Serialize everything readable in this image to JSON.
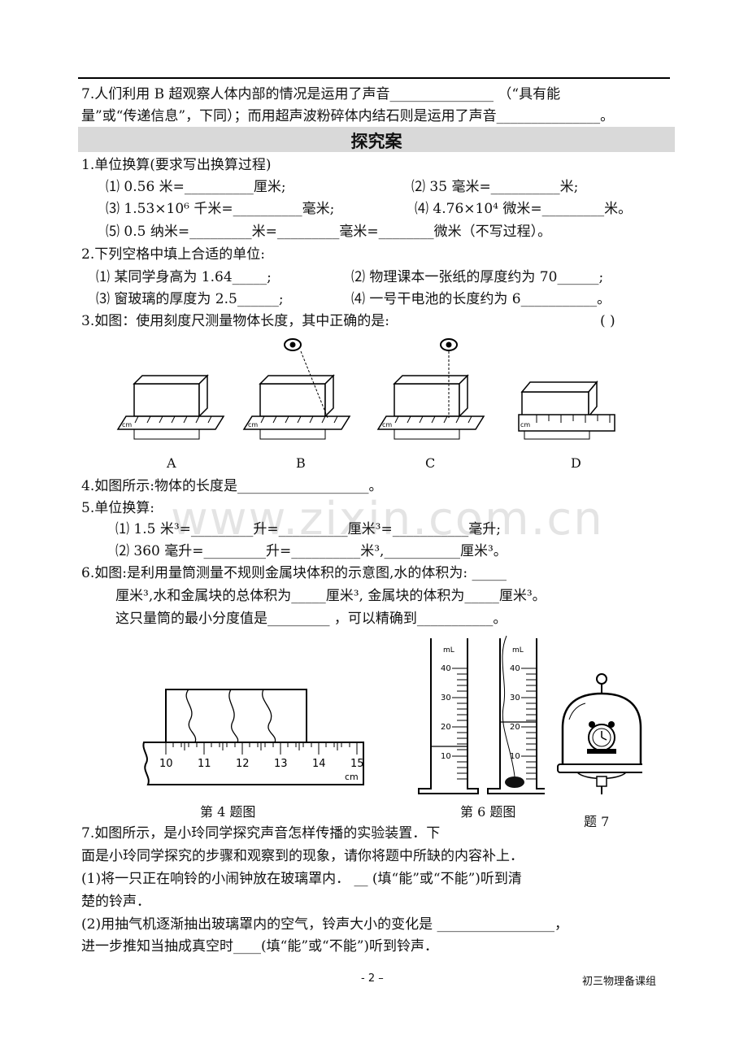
{
  "q7_line1": "7.人们利用 B 超观察人体内部的情况是运用了声音_______________ （“具有能",
  "q7_line2": "量”或“传递信息”，下同）；而用超声波粉碎体内结石则是运用了声音_______________。",
  "section_title": "探究案",
  "p1_title": "1.单位换算(要求写出换算过程)",
  "p1_a": "⑴ 0.56 米=__________厘米;",
  "p1_b": "⑵ 35 毫米=__________米;",
  "p1_c": "⑶ 1.53×10⁶ 千米=__________毫米;",
  "p1_d": "⑷ 4.76×10⁴ 微米=_________米。",
  "p1_e": "⑸ 0.5 纳米=_________米=_________毫米=________微米（不写过程）。",
  "p2_title": "2.下列空格中填上合适的单位:",
  "p2_a": "⑴ 某同学身高为 1.64_____;",
  "p2_b": "⑵ 物理课本一张纸的厚度约为 70______;",
  "p2_c": "⑶ 窗玻璃的厚度为 2.5______;",
  "p2_d": "⑷ 一号干电池的长度约为 6___________。",
  "p3_title": "3.如图：使用刻度尺测量物体长度，其中正确的是:",
  "p3_bracket": "(      )",
  "p3_labels": [
    "A",
    "B",
    "C",
    "D"
  ],
  "ruler_unit_small": "cm",
  "p4_title": "4.如图所示:物体的长度是___________________。",
  "p5_title": "5.单位换算:",
  "p5_a": "⑴ 1.5 米³=_________升=__________厘米³=___________毫升;",
  "p5_b": "⑵ 360 毫升=_________升=__________米³,___________厘米³。",
  "p6_line1": "6.如图:是利用量筒测量不规则金属块体积的示意图,水的体积为: _____",
  "p6_line2": "厘米³,水和金属块的总体积为_____厘米³, 金属块的体积为_____厘米³。",
  "p6_line3": "这只量筒的最小分度值是_________ ，可以精确到___________。",
  "ruler4_ticks": [
    "10",
    "11",
    "12",
    "13",
    "14",
    "15"
  ],
  "ruler4_unit": "cm",
  "cyl_unit": "mL",
  "cyl_ticks": [
    "40",
    "30",
    "20",
    "10"
  ],
  "cap4": "第 4 题图",
  "cap6": "第 6 题图",
  "cap7": "题 7",
  "q7b_line1": "7.如图所示，是小玲同学探究声音怎样传播的实验装置．下",
  "q7b_line2": "面是小玲同学探究的步骤和观察到的现象，请你将题中所缺的内容补上．",
  "q7b_line3": "(1)将一只正在响铃的小闹钟放在玻璃罩内． __ (填“能”或“不能”)听到清",
  "q7b_line4": "楚的铃声．",
  "q7b_line5": "(2)用抽气机逐渐抽出玻璃罩内的空气，铃声大小的变化是 _________________，",
  "q7b_line6": "进一步推知当抽成真空时____(填“能”或“不能”)听到铃声．",
  "page_number": "- 2 –",
  "footer_right": "初三物理备课组",
  "watermark": "www.zixin.com.cn"
}
